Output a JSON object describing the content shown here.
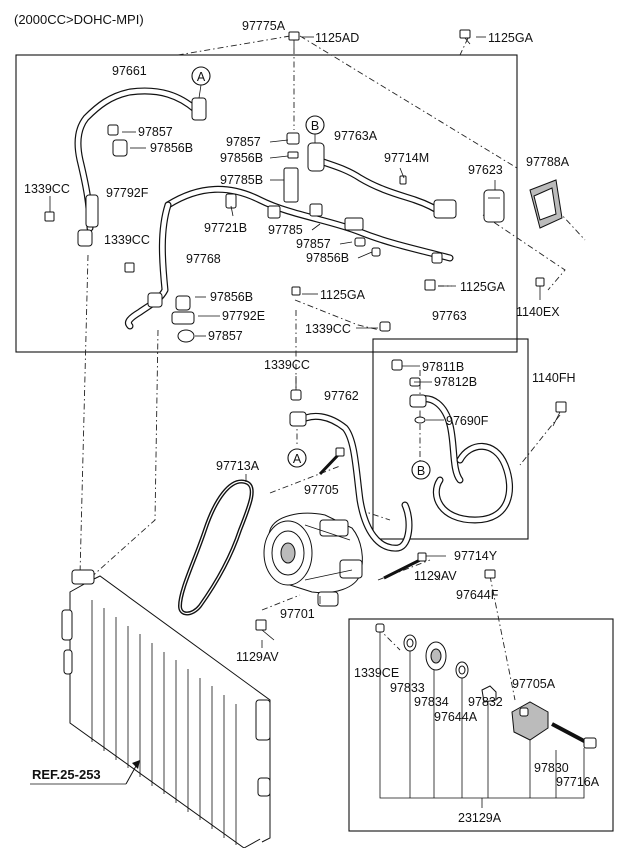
{
  "header": {
    "engine_spec": "(2000CC>DOHC-MPI)"
  },
  "labels": {
    "p97775A": "97775A",
    "p1125AD": "1125AD",
    "p1125GA_top": "1125GA",
    "p97661": "97661",
    "p97857_a": "97857",
    "p97856B_a": "97856B",
    "p97792F": "97792F",
    "p1339CC_a": "1339CC",
    "p1339CC_b": "1339CC",
    "p97857_b": "97857",
    "p97856B_b": "97856B",
    "p97785B": "97785B",
    "p97763A": "97763A",
    "p97714M": "97714M",
    "p97623": "97623",
    "p97788A": "97788A",
    "p97721B": "97721B",
    "p97785": "97785",
    "p97857_c": "97857",
    "p97856B_c": "97856B",
    "p97768": "97768",
    "p97856B_d": "97856B",
    "p97792E": "97792E",
    "p97857_d": "97857",
    "p1125GA_mid": "1125GA",
    "p1125GA_right": "1125GA",
    "p1140EX": "1140EX",
    "p1339CC_c": "1339CC",
    "p97763": "97763",
    "p1339CC_d": "1339CC",
    "p97811B": "97811B",
    "p97812B": "97812B",
    "p97762": "97762",
    "p97690F": "97690F",
    "p1140FH": "1140FH",
    "p97713A": "97713A",
    "p97705": "97705",
    "p97714Y": "97714Y",
    "p1129AV_a": "1129AV",
    "p97644F": "97644F",
    "p97701": "97701",
    "p1129AV_b": "1129AV",
    "p1339CE": "1339CE",
    "p97833": "97833",
    "p97834": "97834",
    "p97644A": "97644A",
    "p97832": "97832",
    "p97705A": "97705A",
    "p97830": "97830",
    "p97716A": "97716A",
    "p23129A": "23129A",
    "ref": "REF.25-253"
  },
  "callouts": {
    "a1": "A",
    "a2": "A",
    "b1": "B",
    "b2": "B"
  }
}
